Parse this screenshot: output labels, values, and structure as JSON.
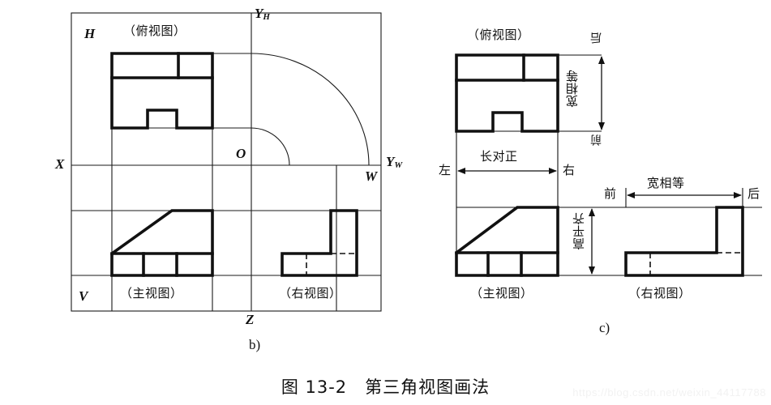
{
  "figure": {
    "caption": "图 13-2　第三角视图画法",
    "watermark": "https://blog.csdn.net/weixin_44117788"
  },
  "panel_b": {
    "tag": "b)",
    "axes": {
      "x": "X",
      "z": "Z",
      "origin": "O",
      "y_h_main": "Y",
      "y_h_sub": "H",
      "y_w_main": "Y",
      "y_w_sub": "W",
      "plane_h": "H",
      "plane_v": "V",
      "plane_w": "W"
    },
    "views": {
      "top": "（俯视图）",
      "front": "（主视图）",
      "right": "（右视图）"
    }
  },
  "panel_c": {
    "tag": "c)",
    "views": {
      "top": "（俯视图）",
      "front": "（主视图）",
      "right": "（右视图）"
    },
    "dimensions": {
      "length_align": "长对正",
      "height_align": "高平齐",
      "width_equal_top": "宽相等",
      "width_equal_right": "宽相等"
    },
    "direction_marks": {
      "left": "左",
      "right": "右",
      "front_top": "前",
      "back_top": "后",
      "front_right": "前",
      "back_right": "后"
    }
  }
}
